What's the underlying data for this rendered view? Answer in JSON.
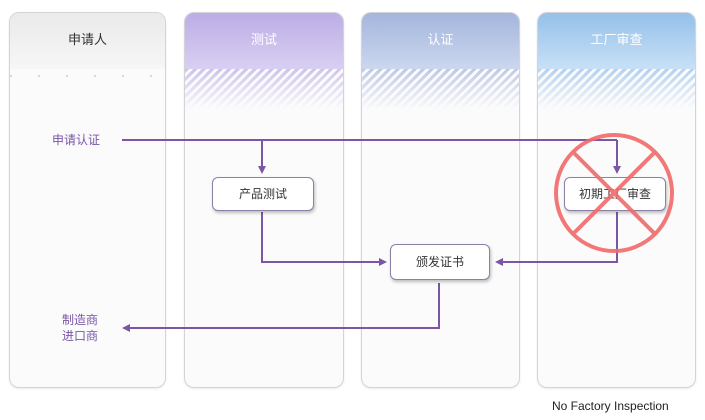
{
  "lanes": [
    {
      "title": "申请人"
    },
    {
      "title": "测试"
    },
    {
      "title": "认证"
    },
    {
      "title": "工厂审查"
    }
  ],
  "nodes": {
    "apply": "申请认证",
    "manufacturer": "制造商",
    "importer": "进口商",
    "product_test": "产品测试",
    "issue_cert": "颁发证书",
    "factory_audit": "初期工厂审查"
  },
  "caption": "No Factory Inspection",
  "colors": {
    "flow": "#7b56a5",
    "cross": "#f26a6a"
  }
}
